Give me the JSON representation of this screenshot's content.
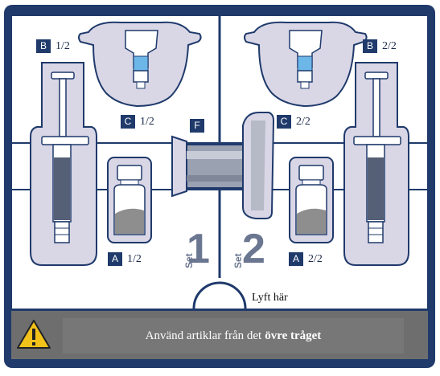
{
  "labels": {
    "b_left": {
      "letter": "B",
      "fraction": "1/2"
    },
    "b_right": {
      "letter": "B",
      "fraction": "2/2"
    },
    "c_left": {
      "letter": "C",
      "fraction": "1/2"
    },
    "c_right": {
      "letter": "C",
      "fraction": "2/2"
    },
    "a_left": {
      "letter": "A",
      "fraction": "1/2"
    },
    "a_right": {
      "letter": "A",
      "fraction": "2/2"
    },
    "f": {
      "letter": "F"
    }
  },
  "sets": {
    "set1": {
      "word": "Set",
      "number": "1"
    },
    "set2": {
      "word": "Set",
      "number": "2"
    }
  },
  "lift_here": "Lyft här",
  "warning": {
    "text_plain": "Använd artiklar från det",
    "text_bold": "övre tråget",
    "icon": "warning-triangle-icon"
  },
  "colors": {
    "frame": "#1f3a6b",
    "badge": "#1f3a6b",
    "tray_fill": "#d9d6e6",
    "warning_bar": "#6e6e6e",
    "warning_icon": "#f2c21b"
  }
}
